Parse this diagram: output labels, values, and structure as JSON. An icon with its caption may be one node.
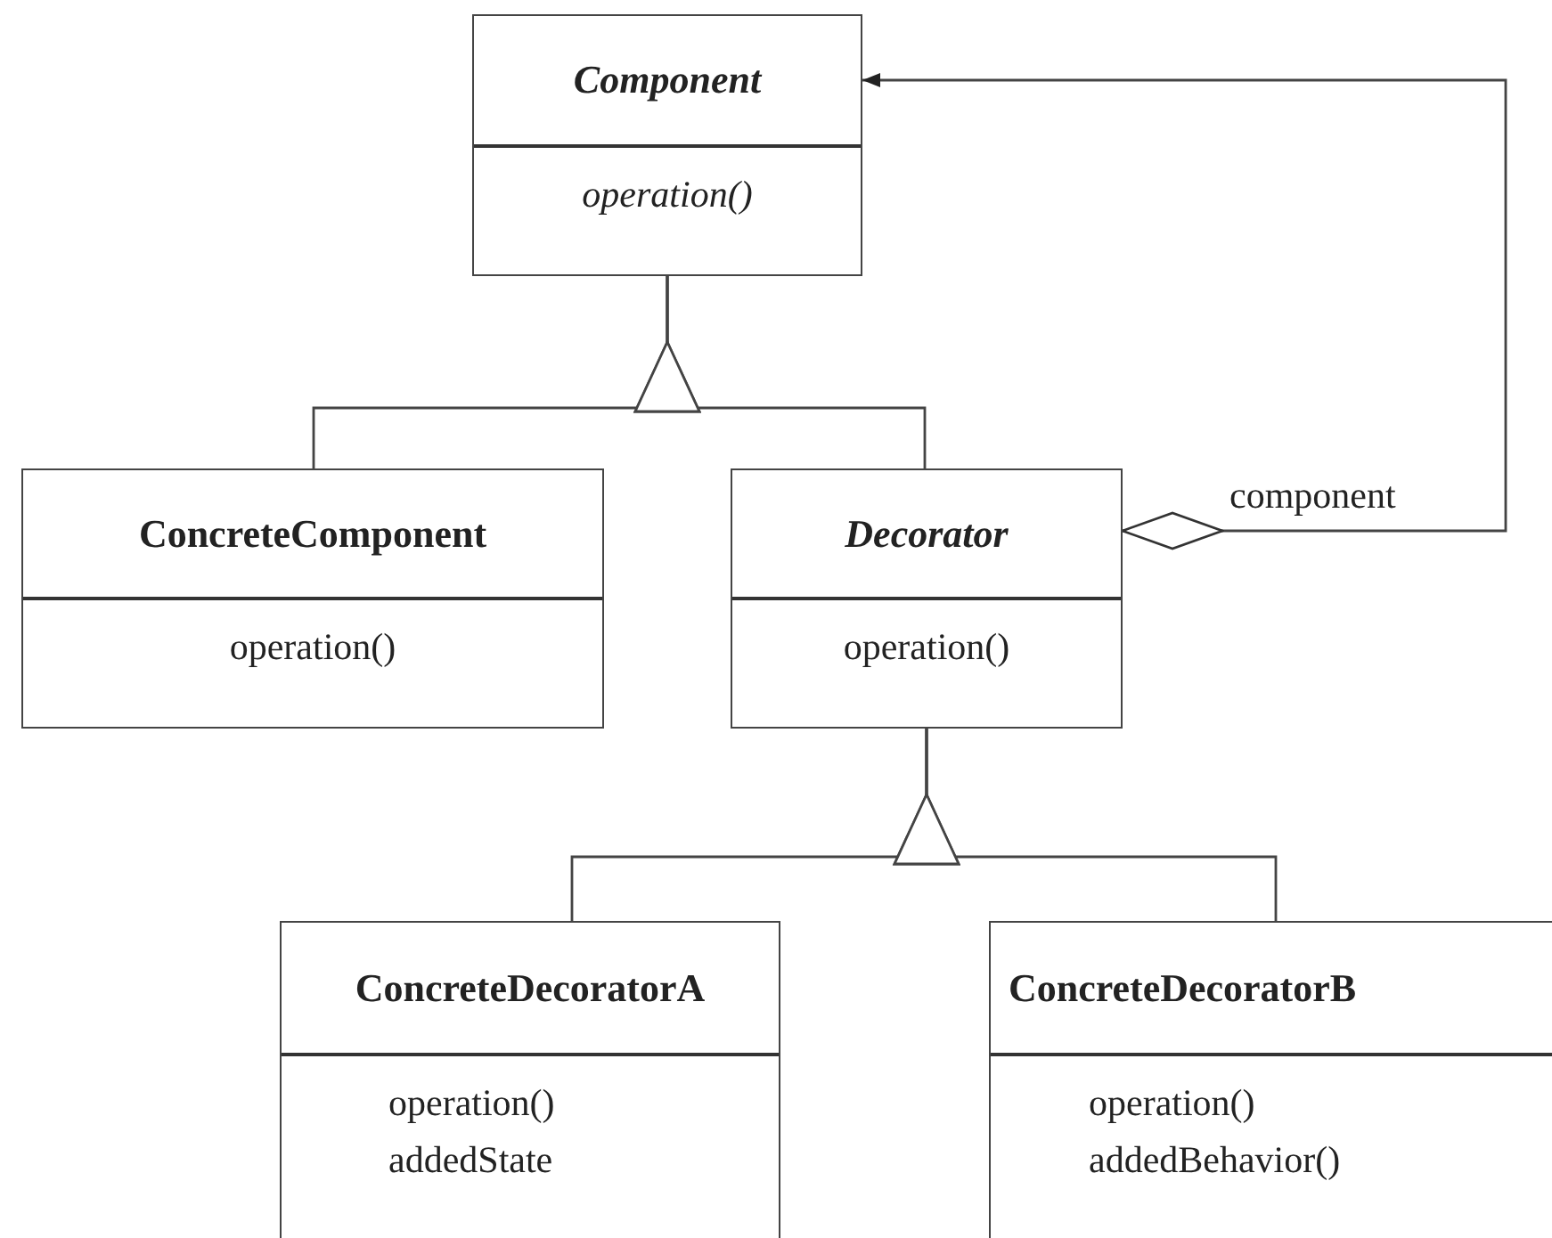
{
  "diagram": {
    "nodes": [
      {
        "text": [
          "Component",
          "operation()"
        ]
      },
      {
        "text": [
          "ConcreteComponent",
          "operation()"
        ]
      },
      {
        "text": [
          "Decorator",
          "operation()"
        ]
      },
      {
        "text": [
          "ConcreteDecoratorA",
          "operation()",
          "addedState"
        ]
      },
      {
        "text": [
          "ConcreteDecoratorB",
          "operation()",
          "addedBehavior()"
        ]
      }
    ],
    "edges": [
      {
        "from": 1,
        "to": 0,
        "arrow": "to"
      },
      {
        "from": 2,
        "to": 0,
        "arrow": "to"
      },
      {
        "from": 3,
        "to": 2,
        "arrow": "to"
      },
      {
        "from": 4,
        "to": 2,
        "arrow": "to"
      },
      {
        "from": 2,
        "to": 0,
        "arrow": "to",
        "label": "component"
      }
    ]
  }
}
